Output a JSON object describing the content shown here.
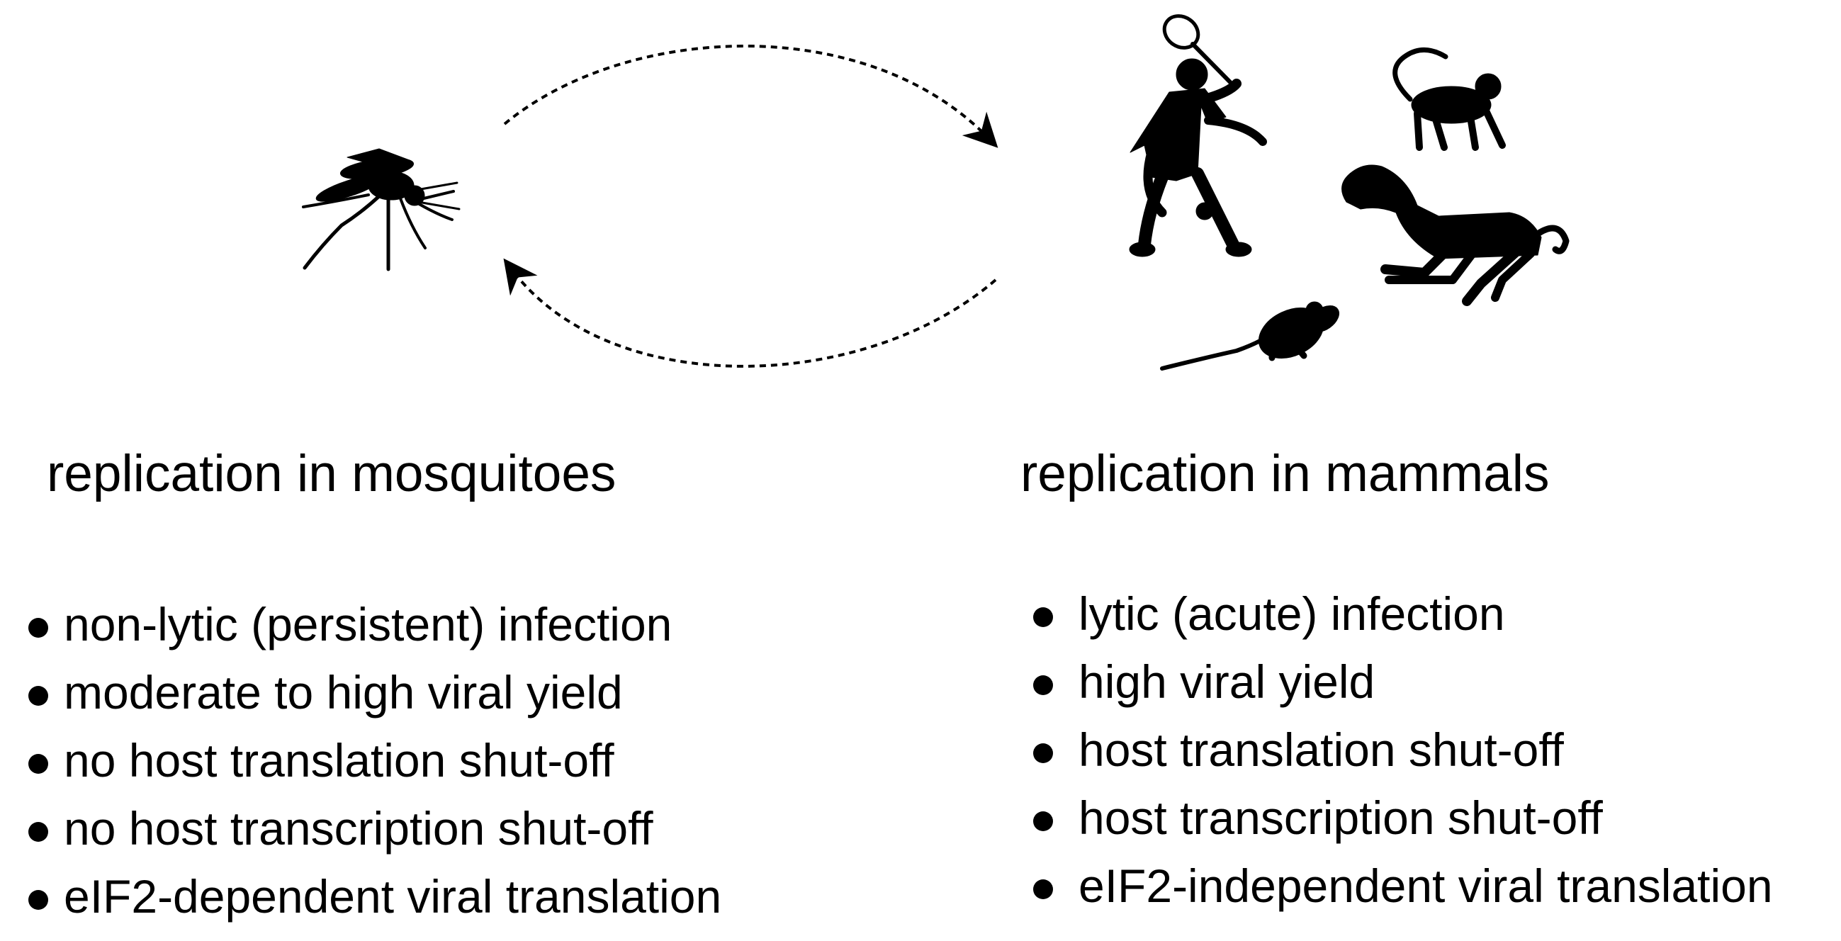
{
  "left": {
    "heading": "replication in mosquitoes",
    "items": [
      "non-lytic (persistent) infection",
      "moderate to high viral yield",
      "no host translation shut-off",
      "no host transcription shut-off",
      "eIF2-dependent viral translation"
    ]
  },
  "right": {
    "heading": "replication in mammals",
    "items": [
      "lytic (acute) infection",
      "high viral yield",
      "host translation shut-off",
      "host transcription shut-off",
      "eIF2-independent viral translation"
    ]
  },
  "icons": [
    "mosquito-icon",
    "tennis-player-icon",
    "monkey-icon",
    "horse-icon",
    "rat-icon"
  ],
  "colors": {
    "ink": "#000000",
    "background": "#ffffff"
  }
}
